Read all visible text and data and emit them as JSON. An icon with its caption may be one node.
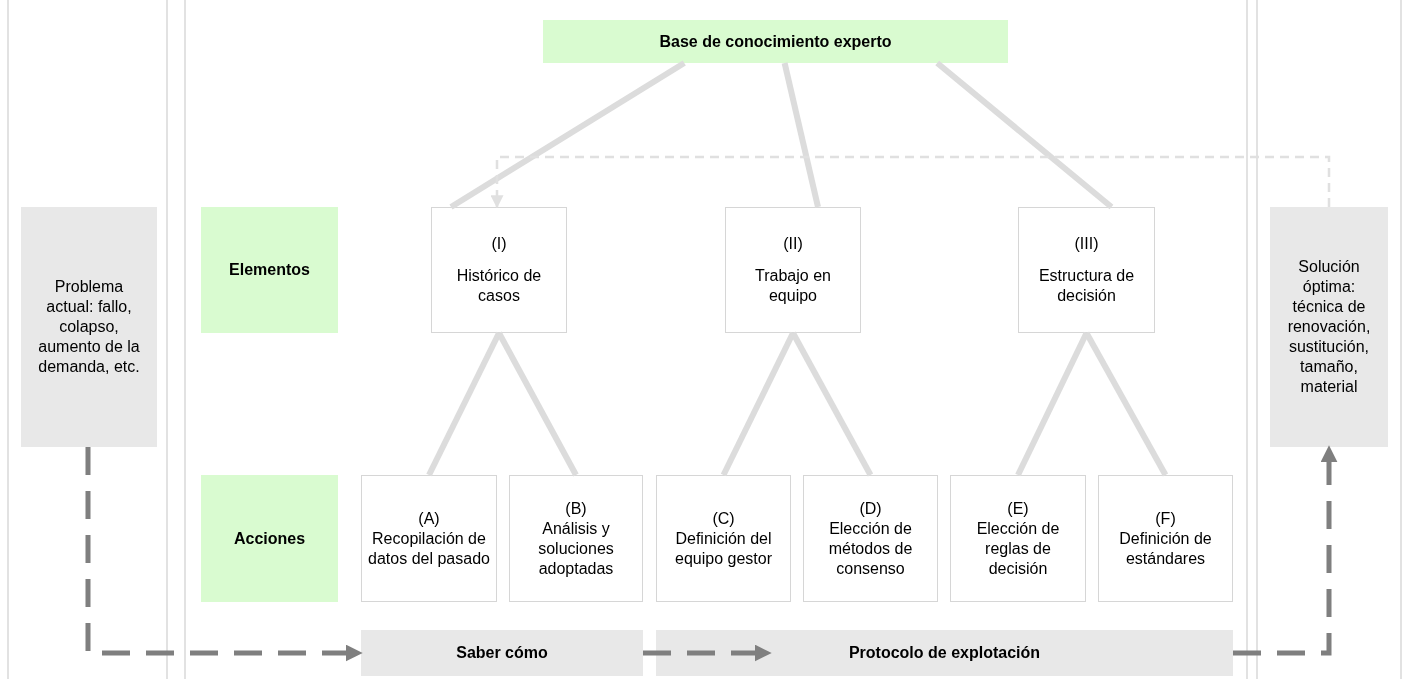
{
  "diagram": {
    "nodes": [
      {
        "text": [
          "Base de conocimiento experto"
        ]
      },
      {
        "text": [
          "Elementos"
        ]
      },
      {
        "text": [
          "Problema actual: fallo, colapso, aumento de la demanda, etc."
        ]
      },
      {
        "text": [
          "(I)",
          "Histórico de casos"
        ]
      },
      {
        "text": [
          "(II)",
          "Trabajo en equipo"
        ]
      },
      {
        "text": [
          "(III)",
          "Estructura de decisión"
        ]
      },
      {
        "text": [
          "Solución óptima: técnica de renovación, sustitución, tamaño, material"
        ]
      },
      {
        "text": [
          "Acciones"
        ]
      },
      {
        "text": [
          "(A)",
          "Recopilación de datos del pasado"
        ]
      },
      {
        "text": [
          "(B)",
          "Análisis y soluciones adoptadas"
        ]
      },
      {
        "text": [
          "(C)",
          "Definición del equipo gestor"
        ]
      },
      {
        "text": [
          "(D)",
          "Elección de métodos de consenso"
        ]
      },
      {
        "text": [
          "(E)",
          "Elección de reglas de decisión"
        ]
      },
      {
        "text": [
          "(F)",
          "Definición de estándares"
        ]
      },
      {
        "text": [
          "Saber cómo"
        ]
      },
      {
        "text": [
          "Protocolo de explotación"
        ]
      }
    ],
    "edges": [
      {
        "from": 0,
        "to": 3,
        "arrow": "none"
      },
      {
        "from": 0,
        "to": 4,
        "arrow": "none"
      },
      {
        "from": 0,
        "to": 5,
        "arrow": "none"
      },
      {
        "from": 6,
        "to": 3,
        "arrow": "to",
        "style": "dashed",
        "color": "#e0e0e0"
      },
      {
        "from": 3,
        "to": 8,
        "arrow": "none"
      },
      {
        "from": 3,
        "to": 9,
        "arrow": "none"
      },
      {
        "from": 4,
        "to": 10,
        "arrow": "none"
      },
      {
        "from": 4,
        "to": 11,
        "arrow": "none"
      },
      {
        "from": 5,
        "to": 12,
        "arrow": "none"
      },
      {
        "from": 5,
        "to": 13,
        "arrow": "none"
      },
      {
        "from": 2,
        "to": 14,
        "arrow": "to",
        "style": "dashed",
        "color": "#7f7f7f"
      },
      {
        "from": 14,
        "to": 15,
        "arrow": "to",
        "style": "dashed",
        "color": "#7f7f7f"
      },
      {
        "from": 15,
        "to": 6,
        "arrow": "to",
        "style": "dashed",
        "color": "#7f7f7f"
      }
    ]
  }
}
